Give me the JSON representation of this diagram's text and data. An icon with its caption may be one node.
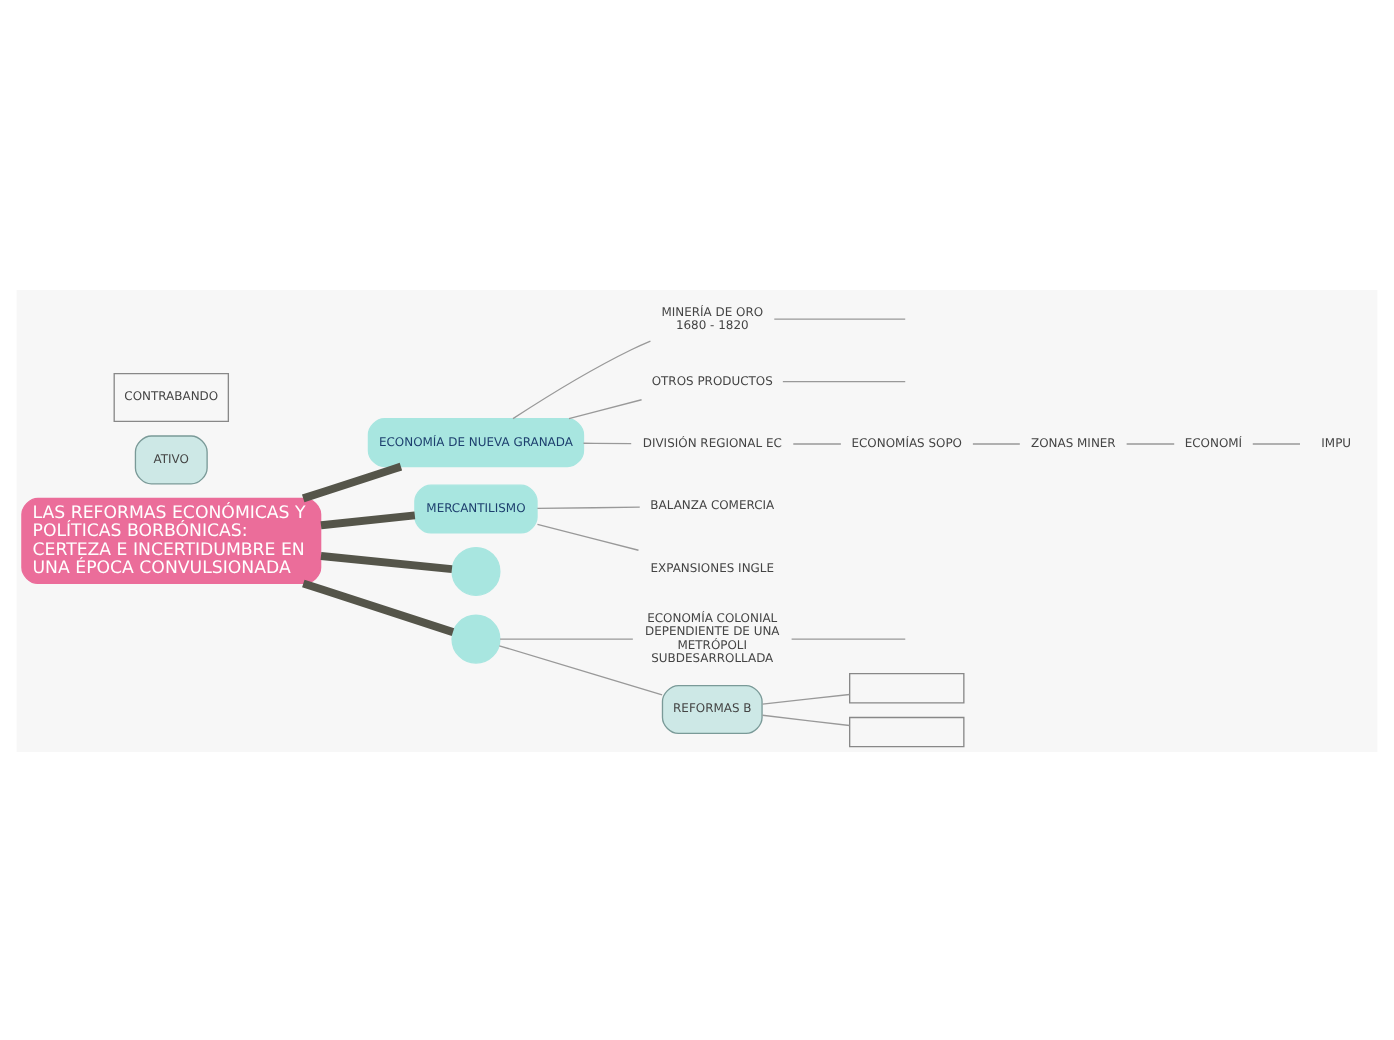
{
  "diagram": {
    "nodes": [
      {
        "text": [
          "LAS REFORMAS ECONÓMICAS Y POLÍTICAS BORBÓNICAS: CERTEZA E INCERTIDUMBRE EN UNA ÉPOCA CONVULSIONADA"
        ]
      },
      {
        "text": [
          "ECONOMÍA DE NUEVA GRANADA"
        ]
      },
      {
        "text": [
          "MINERÍA DE ORO 1680 - 1820"
        ]
      },
      {
        "text": [
          "OTROS PRODUCTOS"
        ]
      },
      {
        "text": [
          "DIVISIÓN REGIONAL EC"
        ]
      },
      {
        "text": [
          "ECONOMÍAS SOPO"
        ]
      },
      {
        "text": [
          "ZONAS MINER"
        ]
      },
      {
        "text": [
          "ECONOMÍ"
        ]
      },
      {
        "text": [
          "IMPU"
        ]
      },
      {
        "text": [
          "MERCANTILISMO"
        ]
      },
      {
        "text": [
          "BALANZA COMERCIA"
        ]
      },
      {
        "text": [
          "EXPANSIONES INGLE"
        ]
      },
      {
        "text": [],
        "shape": "circle"
      },
      {
        "text": [
          "ATIVO"
        ]
      },
      {
        "text": [
          "CONTRABANDO"
        ]
      },
      {
        "text": [],
        "shape": "circle"
      },
      {
        "text": [
          "ECONOMÍA COLONIAL DEPENDIENTE DE UNA METRÓPOLI SUBDESARROLLADA"
        ]
      },
      {
        "text": [
          "REFORMAS B"
        ]
      },
      {
        "text": [],
        "shape": "box"
      },
      {
        "text": [],
        "shape": "box"
      }
    ],
    "edges": [
      {
        "from": 0,
        "to": 1,
        "arrow": "none",
        "style": "thick",
        "color": "#55554a"
      },
      {
        "from": 1,
        "to": 2,
        "arrow": "none"
      },
      {
        "from": 1,
        "to": 3,
        "arrow": "none"
      },
      {
        "from": 1,
        "to": 4,
        "arrow": "none"
      },
      {
        "from": 4,
        "to": 5,
        "arrow": "none"
      },
      {
        "from": 5,
        "to": 6,
        "arrow": "none"
      },
      {
        "from": 6,
        "to": 7,
        "arrow": "none"
      },
      {
        "from": 7,
        "to": 8,
        "arrow": "none"
      },
      {
        "from": 2,
        "to": null,
        "arrow": "none"
      },
      {
        "from": 3,
        "to": null,
        "arrow": "none"
      },
      {
        "from": 0,
        "to": 9,
        "arrow": "none",
        "style": "thick",
        "color": "#55554a"
      },
      {
        "from": 9,
        "to": 10,
        "arrow": "none"
      },
      {
        "from": 9,
        "to": 11,
        "arrow": "none"
      },
      {
        "from": 0,
        "to": 12,
        "arrow": "none",
        "style": "thick",
        "color": "#55554a"
      },
      {
        "from": 0,
        "to": 15,
        "arrow": "none",
        "style": "thick",
        "color": "#55554a"
      },
      {
        "from": 15,
        "to": 16,
        "arrow": "none"
      },
      {
        "from": 15,
        "to": 17,
        "arrow": "none"
      },
      {
        "from": 16,
        "to": null,
        "arrow": "none"
      },
      {
        "from": 17,
        "to": 18,
        "arrow": "none"
      },
      {
        "from": 17,
        "to": 19,
        "arrow": "none"
      }
    ]
  }
}
